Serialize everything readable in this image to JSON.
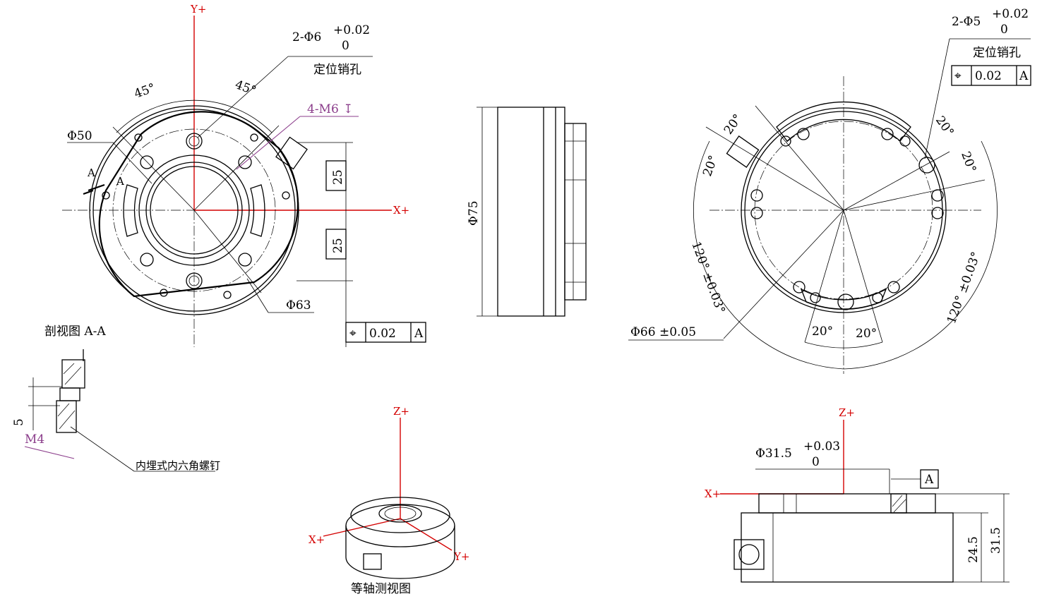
{
  "axes": {
    "x_plus": "X+",
    "y_plus": "Y+",
    "z_plus": "Z+"
  },
  "front_view": {
    "pin_hole_count": "2-Φ6",
    "pin_tol_upper": "+0.02",
    "pin_tol_lower": "0",
    "pin_note": "定位销孔",
    "angle_1": "45°",
    "angle_2": "45°",
    "thread": "4-M6",
    "thread_symbol": "↧",
    "dia_50": "Φ50",
    "dia_63": "Φ63",
    "dim_25_top": "25",
    "dim_25_bottom": "25",
    "section_mark_1": "A",
    "section_mark_2": "A",
    "tol_frame_symbol": "⌖",
    "tol_frame_value": "0.02",
    "tol_frame_datum": "A",
    "section_label": "剖视图 A-A"
  },
  "side_view": {
    "dia_75": "Φ75"
  },
  "back_view": {
    "pin_hole_count": "2-Φ5",
    "pin_tol_upper": "+0.02",
    "pin_tol_lower": "0",
    "pin_note": "定位销孔",
    "tol_frame_symbol": "⌖",
    "tol_frame_value": "0.02",
    "tol_frame_datum": "A",
    "angles_20": [
      "20°",
      "20°",
      "20°",
      "20°",
      "20°",
      "20°"
    ],
    "angle_120_left": "120° ±0.03°",
    "angle_120_right": "120° ±0.03°",
    "dia_66": "Φ66 ±0.05"
  },
  "detail": {
    "dim_5": "5",
    "thread_m4": "M4",
    "screw_note": "内埋式内六角螺钉"
  },
  "iso_view": {
    "label": "等轴测视图"
  },
  "bottom_side": {
    "dia_31": "Φ31.5",
    "tol_upper": "+0.03",
    "tol_lower": "0",
    "datum": "A",
    "dim_24": "24.5",
    "dim_31": "31.5"
  }
}
